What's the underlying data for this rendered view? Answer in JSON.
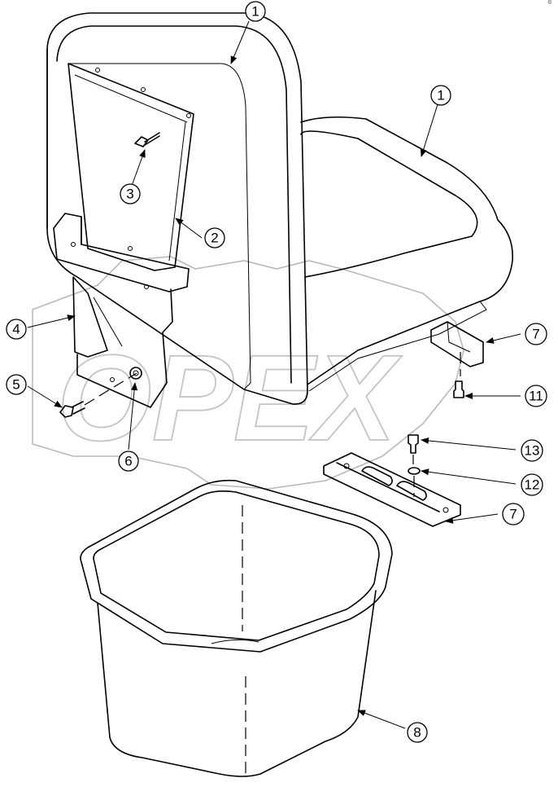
{
  "watermark": "OPEX",
  "corner_mark": "©",
  "callouts": [
    {
      "id": "c1a",
      "label": "1"
    },
    {
      "id": "c1b",
      "label": "1"
    },
    {
      "id": "c2",
      "label": "2"
    },
    {
      "id": "c3",
      "label": "3"
    },
    {
      "id": "c4",
      "label": "4"
    },
    {
      "id": "c5",
      "label": "5"
    },
    {
      "id": "c6",
      "label": "6"
    },
    {
      "id": "c7a",
      "label": "7"
    },
    {
      "id": "c11",
      "label": "11"
    },
    {
      "id": "c13",
      "label": "13"
    },
    {
      "id": "c12",
      "label": "12"
    },
    {
      "id": "c7b",
      "label": "7"
    },
    {
      "id": "c8",
      "label": "8"
    }
  ]
}
